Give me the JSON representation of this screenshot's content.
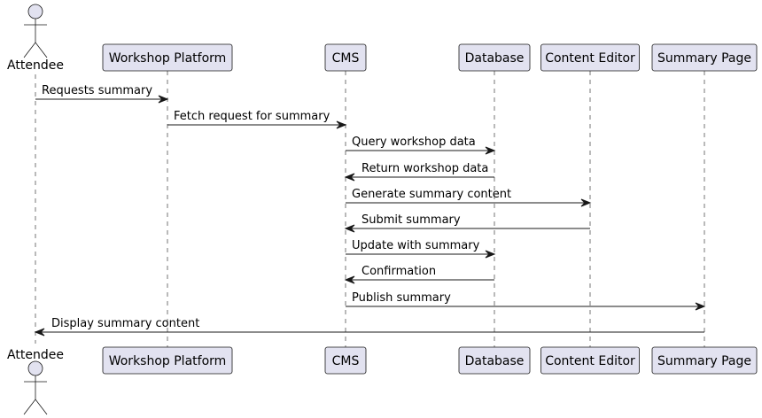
{
  "diagram": {
    "type": "sequence",
    "participants": [
      {
        "id": "attendee",
        "label": "Attendee",
        "kind": "actor"
      },
      {
        "id": "workshop_platform",
        "label": "Workshop Platform",
        "kind": "participant"
      },
      {
        "id": "cms",
        "label": "CMS",
        "kind": "participant"
      },
      {
        "id": "database",
        "label": "Database",
        "kind": "participant"
      },
      {
        "id": "content_editor",
        "label": "Content Editor",
        "kind": "participant"
      },
      {
        "id": "summary_page",
        "label": "Summary Page",
        "kind": "participant"
      }
    ],
    "messages": [
      {
        "from": "attendee",
        "to": "workshop_platform",
        "label": "Requests summary"
      },
      {
        "from": "workshop_platform",
        "to": "cms",
        "label": "Fetch request for summary"
      },
      {
        "from": "cms",
        "to": "database",
        "label": "Query workshop data"
      },
      {
        "from": "database",
        "to": "cms",
        "label": "Return workshop data"
      },
      {
        "from": "cms",
        "to": "content_editor",
        "label": "Generate summary content"
      },
      {
        "from": "content_editor",
        "to": "cms",
        "label": "Submit summary"
      },
      {
        "from": "cms",
        "to": "database",
        "label": "Update with summary"
      },
      {
        "from": "database",
        "to": "cms",
        "label": "Confirmation"
      },
      {
        "from": "cms",
        "to": "summary_page",
        "label": "Publish summary"
      },
      {
        "from": "summary_page",
        "to": "attendee",
        "label": "Display summary content"
      }
    ]
  },
  "colors": {
    "participant_fill": "#E2E2F0",
    "stroke": "#181818",
    "text": "#000000",
    "background": "#FFFFFF"
  }
}
